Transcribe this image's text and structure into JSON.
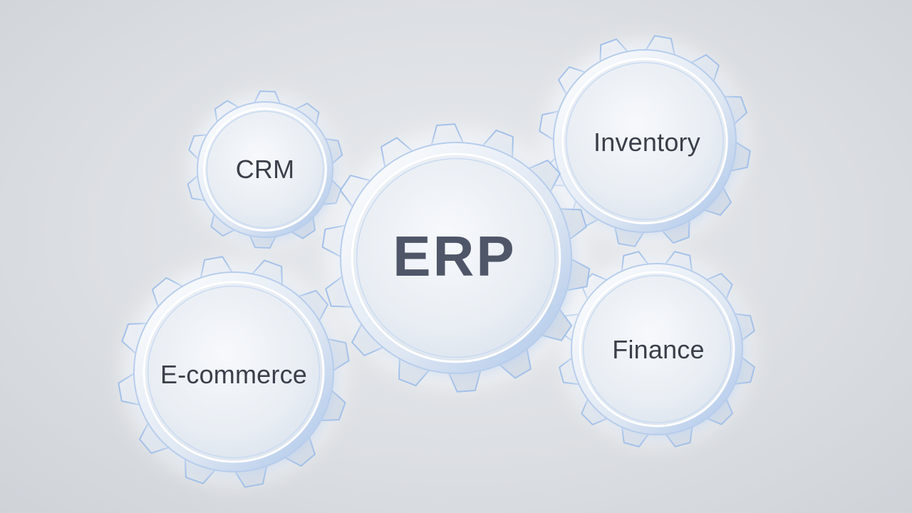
{
  "colors": {
    "background": "#dcdfe3",
    "gear_body": "#e9edf2",
    "gear_edge_blue": "#8fb4e6",
    "gear_glow": "#ffffff",
    "label_text": "#3a3f49",
    "hub_text": "#4f5668"
  },
  "hub": {
    "label": "ERP"
  },
  "modules": [
    {
      "id": "crm",
      "label": "CRM"
    },
    {
      "id": "inventory",
      "label": "Inventory"
    },
    {
      "id": "ecommerce",
      "label": "E-commerce"
    },
    {
      "id": "finance",
      "label": "Finance"
    }
  ]
}
